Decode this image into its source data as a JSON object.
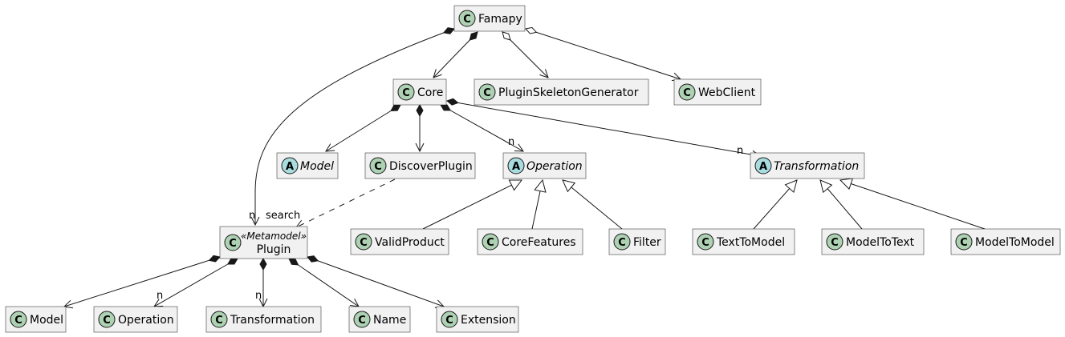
{
  "colors": {
    "class_glyph": "#ADD1B2",
    "abstract_glyph": "#A9DCDF",
    "box_fill": "#F1F1F1",
    "border": "#181818"
  },
  "classes": {
    "famapy": {
      "name": "Famapy",
      "kind": "class"
    },
    "core": {
      "name": "Core",
      "kind": "class"
    },
    "plugin_skeleton_generator": {
      "name": "PluginSkeletonGenerator",
      "kind": "class"
    },
    "web_client": {
      "name": "WebClient",
      "kind": "class"
    },
    "model_abstract": {
      "name": "Model",
      "kind": "abstract"
    },
    "discover_plugin": {
      "name": "DiscoverPlugin",
      "kind": "class"
    },
    "operation_abstract": {
      "name": "Operation",
      "kind": "abstract"
    },
    "transformation_abstract": {
      "name": "Transformation",
      "kind": "abstract"
    },
    "plugin": {
      "name": "Plugin",
      "kind": "class",
      "stereotype": "«Metamodel»"
    },
    "valid_product": {
      "name": "ValidProduct",
      "kind": "class"
    },
    "core_features": {
      "name": "CoreFeatures",
      "kind": "class"
    },
    "filter": {
      "name": "Filter",
      "kind": "class"
    },
    "text_to_model": {
      "name": "TextToModel",
      "kind": "class"
    },
    "model_to_text": {
      "name": "ModelToText",
      "kind": "class"
    },
    "model_to_model": {
      "name": "ModelToModel",
      "kind": "class"
    },
    "model": {
      "name": "Model",
      "kind": "class"
    },
    "operation": {
      "name": "Operation",
      "kind": "class"
    },
    "transformation": {
      "name": "Transformation",
      "kind": "class"
    },
    "name": {
      "name": "Name",
      "kind": "class"
    },
    "extension": {
      "name": "Extension",
      "kind": "class"
    }
  },
  "labels": {
    "glyph_class": "C",
    "glyph_abstract": "A",
    "multiplicity_n": "n",
    "search": "search"
  },
  "relations": [
    {
      "from": "Famapy",
      "to": "Core",
      "type": "composition"
    },
    {
      "from": "Famapy",
      "to": "Plugin",
      "type": "composition",
      "to_multiplicity": "n"
    },
    {
      "from": "Famapy",
      "to": "PluginSkeletonGenerator",
      "type": "aggregation"
    },
    {
      "from": "Famapy",
      "to": "WebClient",
      "type": "aggregation"
    },
    {
      "from": "Core",
      "to": "Model",
      "type": "composition"
    },
    {
      "from": "Core",
      "to": "DiscoverPlugin",
      "type": "composition"
    },
    {
      "from": "Core",
      "to": "Operation",
      "type": "composition",
      "to_multiplicity": "n"
    },
    {
      "from": "Core",
      "to": "Transformation",
      "type": "composition",
      "to_multiplicity": "n"
    },
    {
      "from": "DiscoverPlugin",
      "to": "Plugin",
      "type": "dependency",
      "label": "search"
    },
    {
      "from": "ValidProduct",
      "to": "Operation",
      "type": "inheritance"
    },
    {
      "from": "CoreFeatures",
      "to": "Operation",
      "type": "inheritance"
    },
    {
      "from": "Filter",
      "to": "Operation",
      "type": "inheritance"
    },
    {
      "from": "TextToModel",
      "to": "Transformation",
      "type": "inheritance"
    },
    {
      "from": "ModelToText",
      "to": "Transformation",
      "type": "inheritance"
    },
    {
      "from": "ModelToModel",
      "to": "Transformation",
      "type": "inheritance"
    },
    {
      "from": "Plugin",
      "to": "Model",
      "type": "composition"
    },
    {
      "from": "Plugin",
      "to": "Operation",
      "type": "composition",
      "to_multiplicity": "n"
    },
    {
      "from": "Plugin",
      "to": "Transformation",
      "type": "composition",
      "to_multiplicity": "n"
    },
    {
      "from": "Plugin",
      "to": "Name",
      "type": "composition"
    },
    {
      "from": "Plugin",
      "to": "Extension",
      "type": "composition"
    }
  ]
}
